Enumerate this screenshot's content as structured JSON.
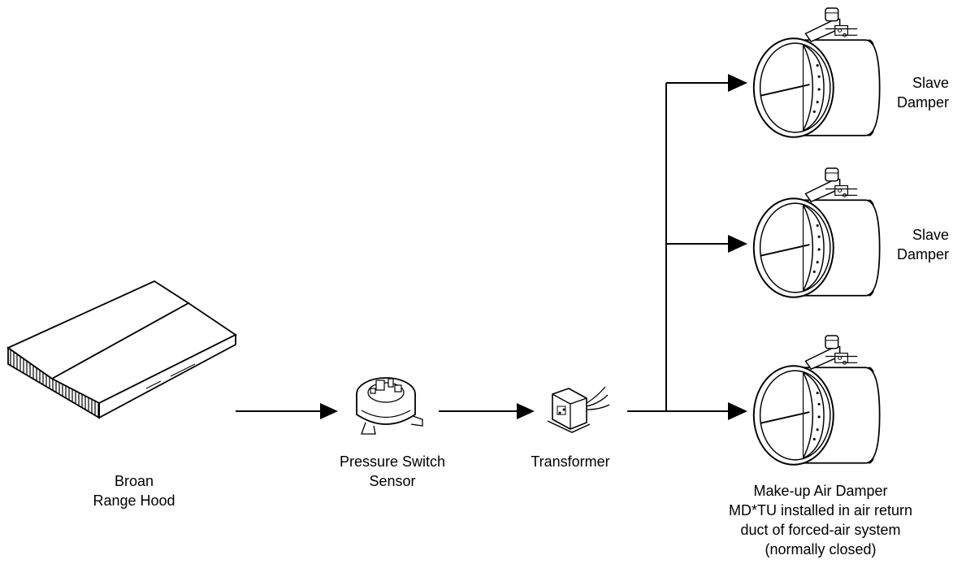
{
  "labels": {
    "range_hood": [
      "Broan",
      "Range Hood"
    ],
    "pressure_switch": [
      "Pressure Switch",
      "Sensor"
    ],
    "transformer": [
      "Transformer"
    ],
    "slave_damper_1": [
      "Slave",
      "Damper"
    ],
    "slave_damper_2": [
      "Slave",
      "Damper"
    ],
    "makeup_damper": [
      "Make-up Air Damper",
      "MD*TU installed in air return",
      "duct of forced-air system",
      "(normally closed)"
    ]
  },
  "icons": {
    "range_hood": "range-hood-icon",
    "pressure_switch": "pressure-switch-icon",
    "transformer": "transformer-icon",
    "damper": "damper-icon",
    "arrow": "arrow-icon"
  },
  "colors": {
    "stroke": "#000000",
    "background": "#ffffff"
  }
}
